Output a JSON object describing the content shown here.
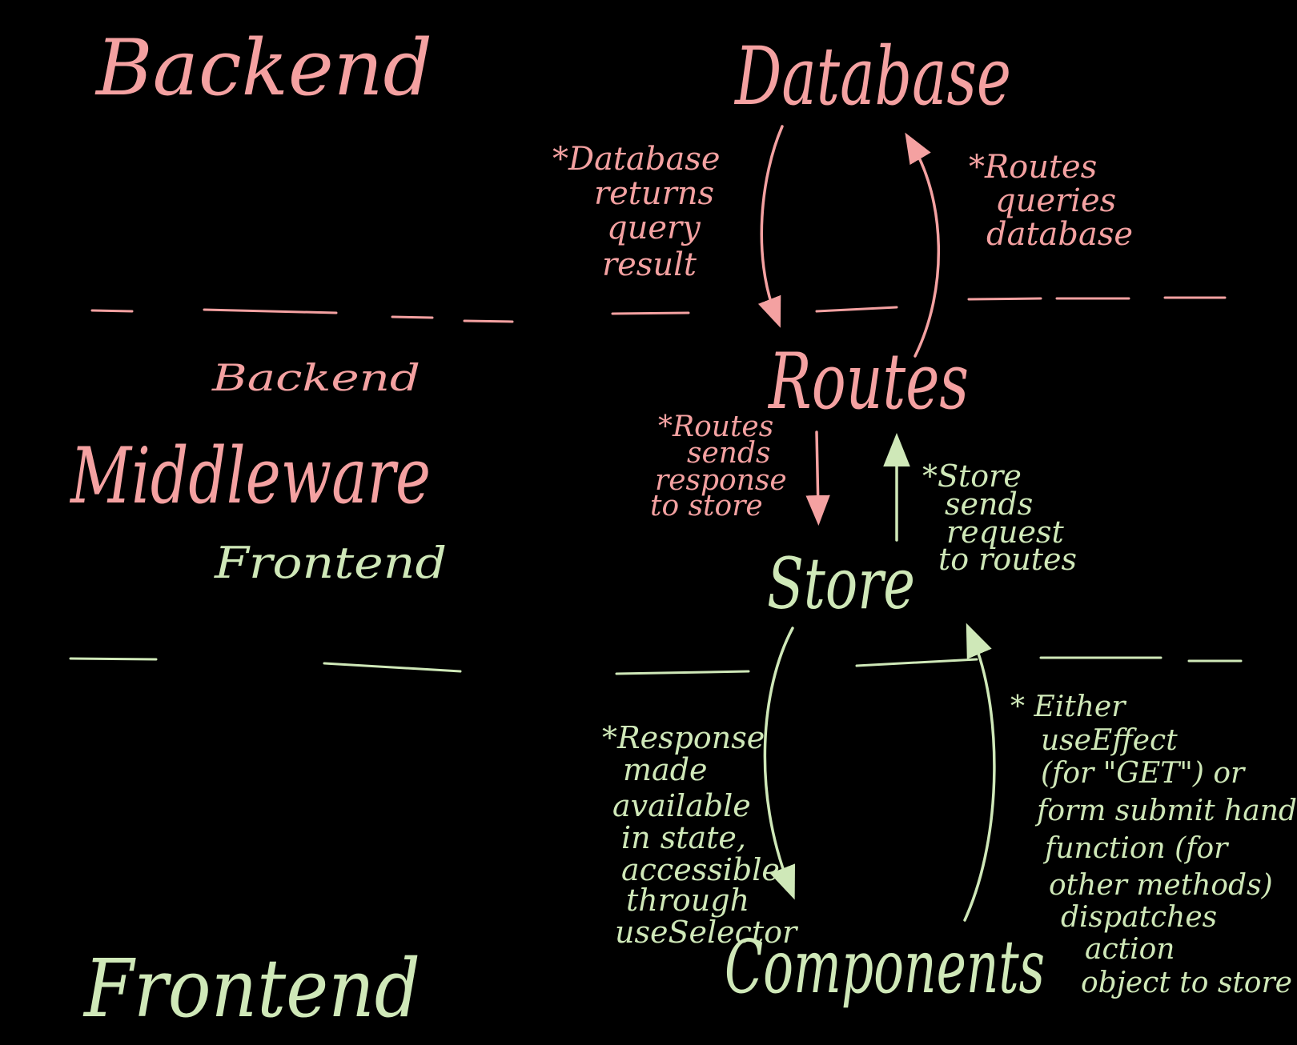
{
  "colors": {
    "backend": "#f4a1a1",
    "frontend": "#cfe8b8",
    "background": "#000000"
  },
  "tiers": {
    "backend_title": "Backend",
    "middleware_top_label": "Backend",
    "middleware_title": "Middleware",
    "middleware_bottom_label": "Frontend",
    "frontend_title": "Frontend"
  },
  "nodes": {
    "database": "Database",
    "routes": "Routes",
    "store": "Store",
    "components": "Components"
  },
  "notes": {
    "db_returns": [
      "*Database",
      "returns",
      "query",
      "result"
    ],
    "routes_queries": [
      "*Routes",
      "queries",
      "database"
    ],
    "routes_sends": [
      "*Routes",
      "sends",
      "response",
      "to store"
    ],
    "store_sends": [
      "*Store",
      "sends",
      "request",
      "to routes"
    ],
    "response_available": [
      "*Response",
      "made",
      "available",
      "in state,",
      "accessible",
      "through",
      "useSelector"
    ],
    "either_use_effect": [
      "* Either",
      "useEffect",
      "(for \"GET\") or",
      "form submit handler",
      "function (for",
      "other methods)",
      "dispatches",
      "action",
      "object to store"
    ]
  }
}
